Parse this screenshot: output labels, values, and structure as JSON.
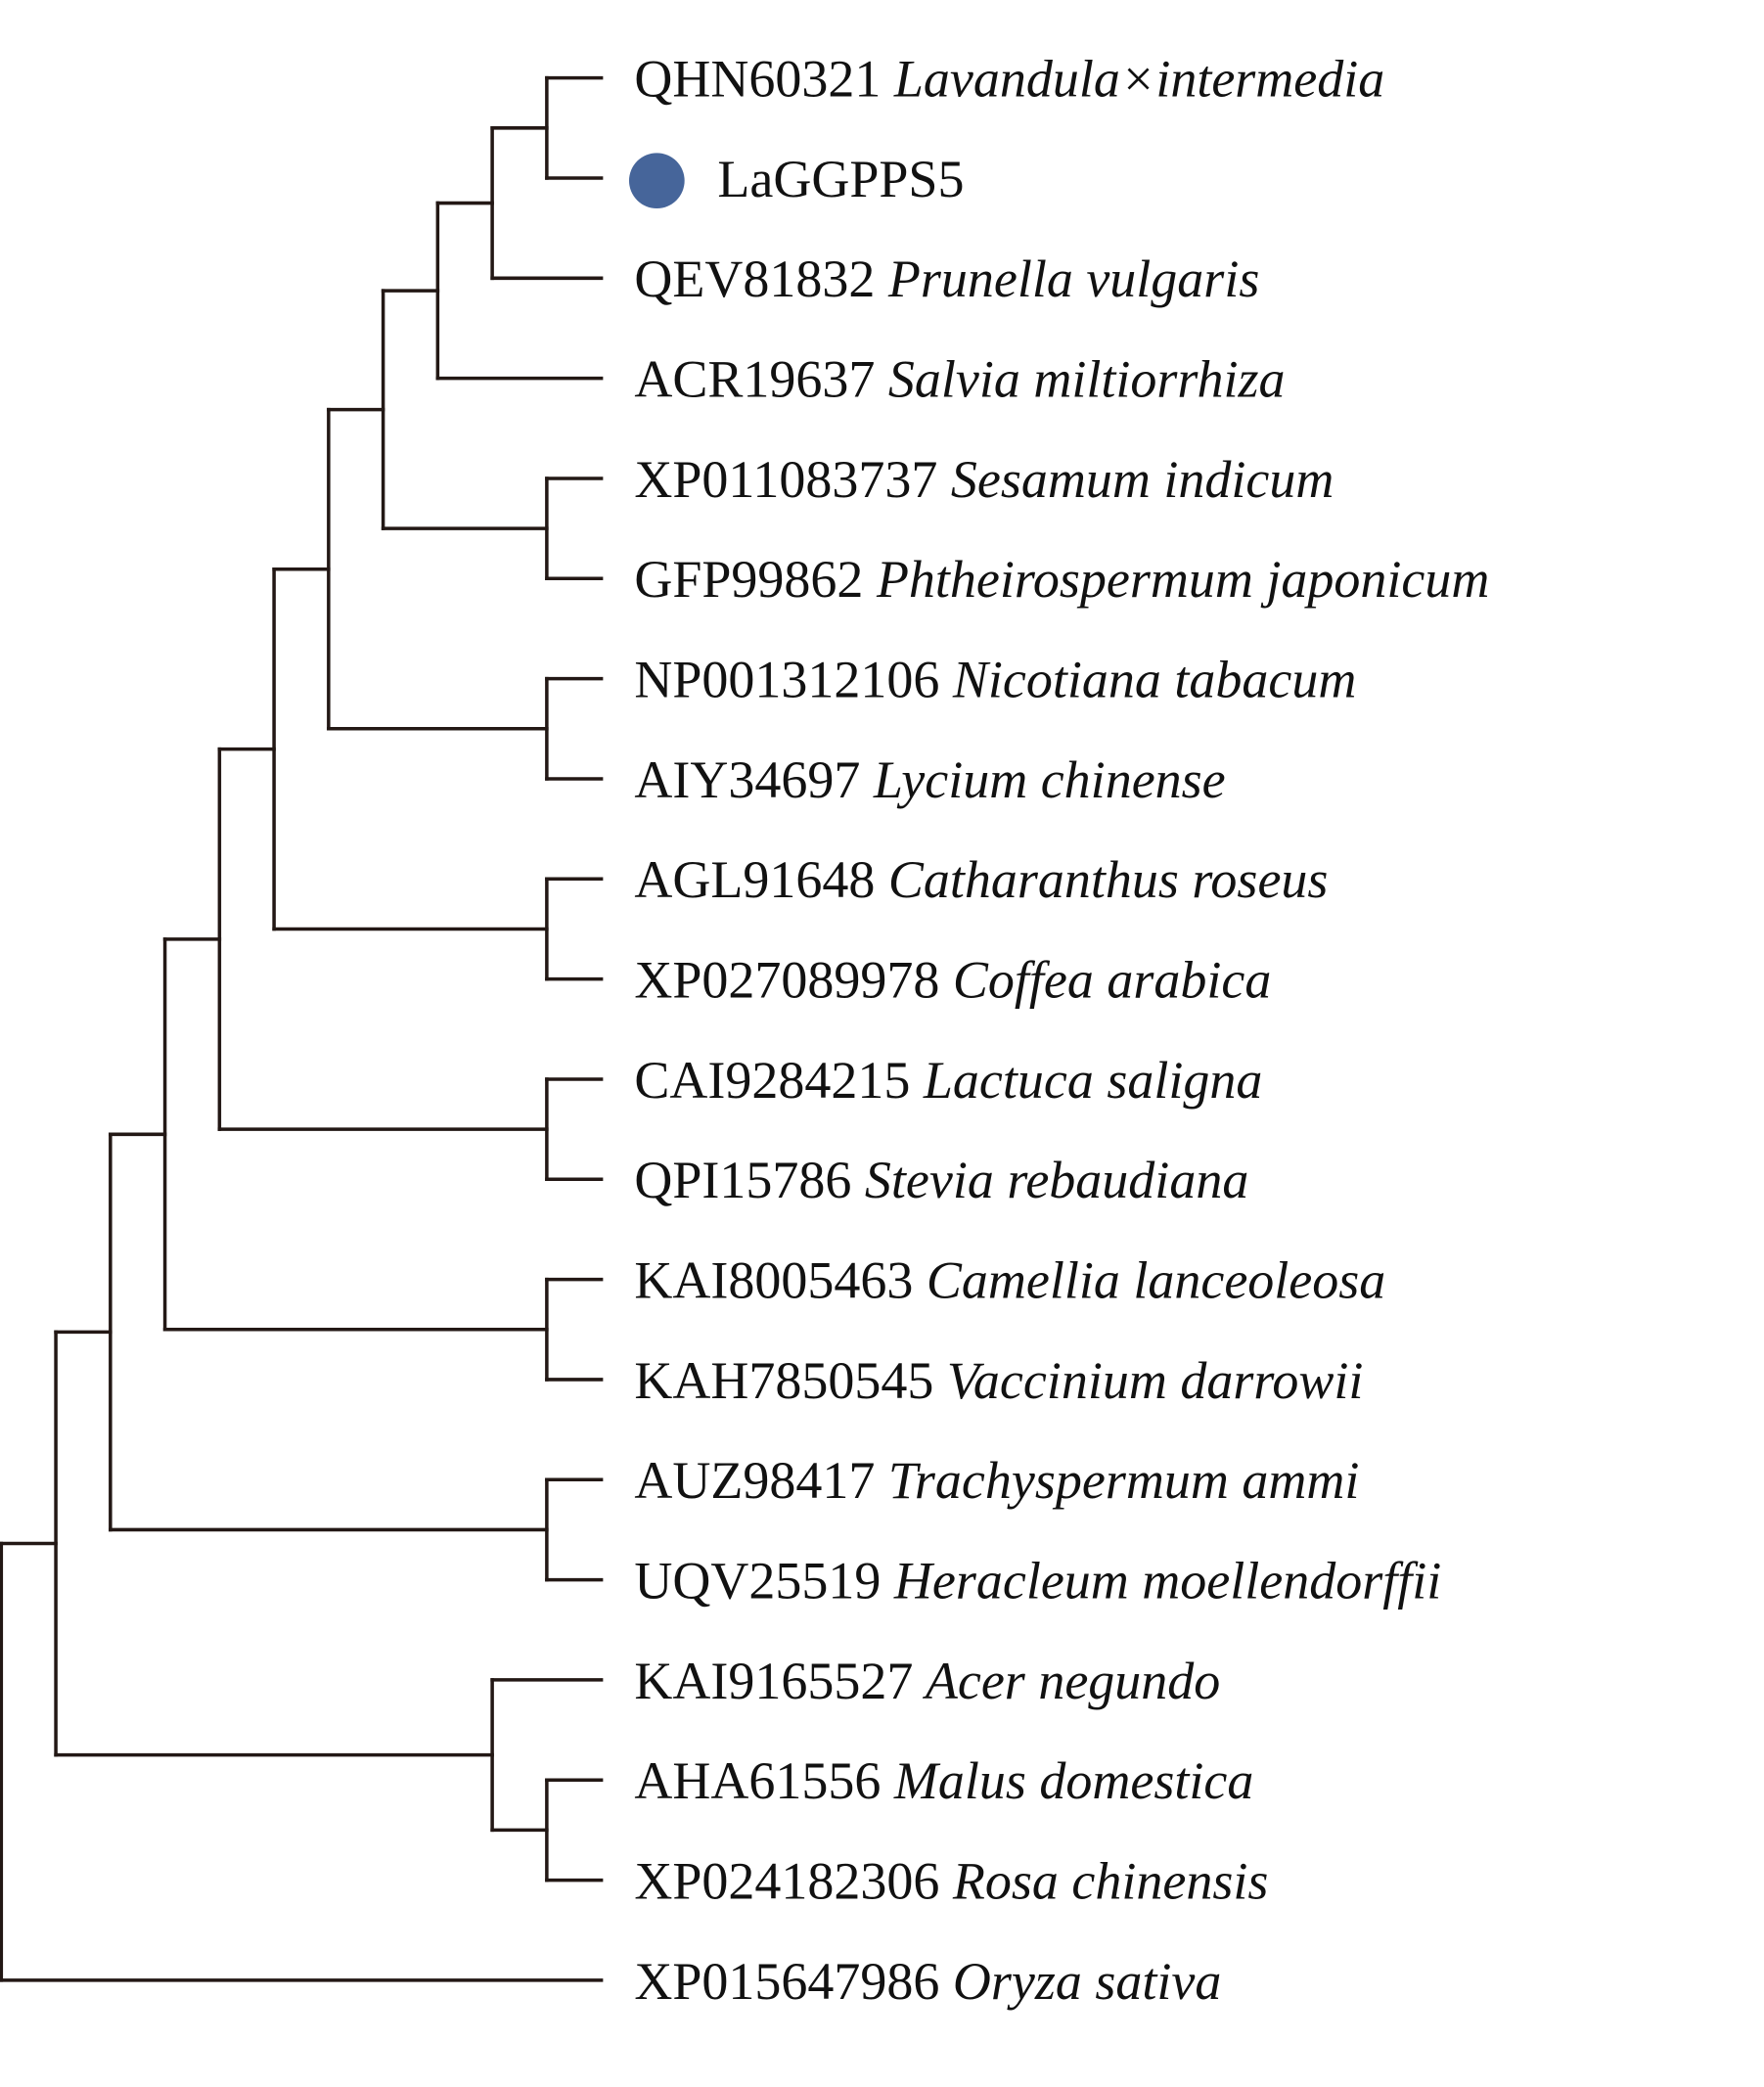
{
  "colors": {
    "branch": "#231815",
    "marker": "#46659a"
  },
  "leaves": [
    {
      "accession": "QHN60321",
      "species": "Lavandula×intermedia"
    },
    {
      "accession": "LaGGPPS5",
      "species": "",
      "marker": "blue-circle"
    },
    {
      "accession": "QEV81832",
      "species": "Prunella vulgaris"
    },
    {
      "accession": "ACR19637",
      "species": "Salvia miltiorrhiza"
    },
    {
      "accession": "XP011083737",
      "species": "Sesamum indicum"
    },
    {
      "accession": "GFP99862",
      "species": "Phtheirospermum japonicum"
    },
    {
      "accession": "NP001312106",
      "species": "Nicotiana tabacum"
    },
    {
      "accession": "AIY34697",
      "species": "Lycium chinense"
    },
    {
      "accession": "AGL91648",
      "species": "Catharanthus roseus"
    },
    {
      "accession": "XP027089978",
      "species": "Coffea arabica"
    },
    {
      "accession": "CAI9284215",
      "species": "Lactuca saligna"
    },
    {
      "accession": "QPI15786",
      "species": "Stevia rebaudiana"
    },
    {
      "accession": "KAI8005463",
      "species": "Camellia lanceoleosa"
    },
    {
      "accession": "KAH7850545",
      "species": "Vaccinium darrowii"
    },
    {
      "accession": "AUZ98417",
      "species": "Trachyspermum ammi"
    },
    {
      "accession": "UQV25519",
      "species": "Heracleum moellendorffii"
    },
    {
      "accession": "KAI9165527",
      "species": "Acer negundo"
    },
    {
      "accession": "AHA61556",
      "species": "Malus domestica"
    },
    {
      "accession": "XP024182306",
      "species": "Rosa chinensis"
    },
    {
      "accession": "XP015647986",
      "species": "Oryza sativa"
    }
  ],
  "topology": [
    [
      [
        [
          [
            [
              [
                [
                  [
                    [
                      [
                        0,
                        1
                      ],
                      2
                    ],
                    3
                  ],
                  [
                    4,
                    5
                  ]
                ],
                [
                  6,
                  7
                ]
              ],
              [
                8,
                9
              ]
            ],
            [
              10,
              11
            ]
          ],
          [
            12,
            13
          ]
        ],
        [
          14,
          15
        ]
      ],
      [
        16,
        [
          17,
          18
        ]
      ]
    ],
    19
  ]
}
